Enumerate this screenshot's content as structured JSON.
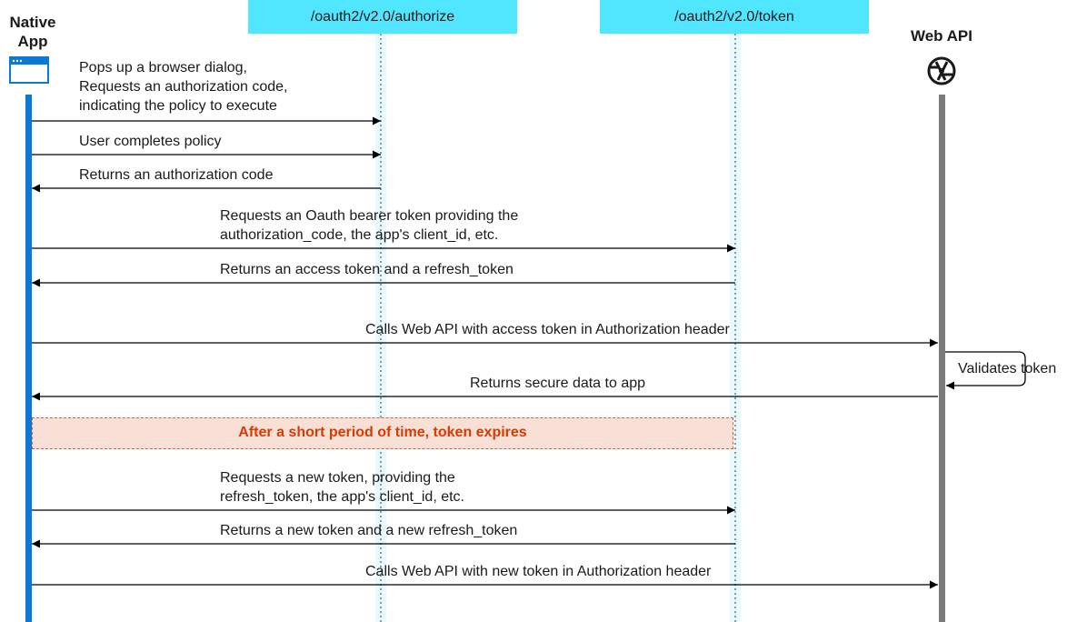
{
  "actors": {
    "native_app": "Native\nApp",
    "authorize": "/oauth2/v2.0/authorize",
    "token": "/oauth2/v2.0/token",
    "web_api": "Web API"
  },
  "icons": {
    "native_app": "browser-window-icon",
    "web_api": "web-api-globe-icon"
  },
  "messages": [
    "Pops up a browser dialog,\nRequests an authorization code,\nindicating the policy to execute",
    "User completes policy",
    "Returns an authorization code",
    "Requests an Oauth bearer token providing the\nauthorization_code, the app's client_id, etc.",
    "Returns an access token and a refresh_token",
    "Calls Web API with access token in Authorization header",
    "Validates token",
    "Returns secure data to app",
    "Requests a new token, providing the\nrefresh_token, the app's client_id, etc.",
    "Returns a new token and a new refresh_token",
    "Calls Web API with new token in Authorization header"
  ],
  "banner": "After a short period of time, token expires",
  "colors": {
    "app_lifeline": "#0a78d4",
    "endpoint_header": "#50e6ff",
    "endpoint_lifeline": "#e6faff",
    "web_api_lifeline": "#7a7a7a",
    "banner_fill": "#f9e0d7",
    "banner_text": "#d83b01"
  }
}
